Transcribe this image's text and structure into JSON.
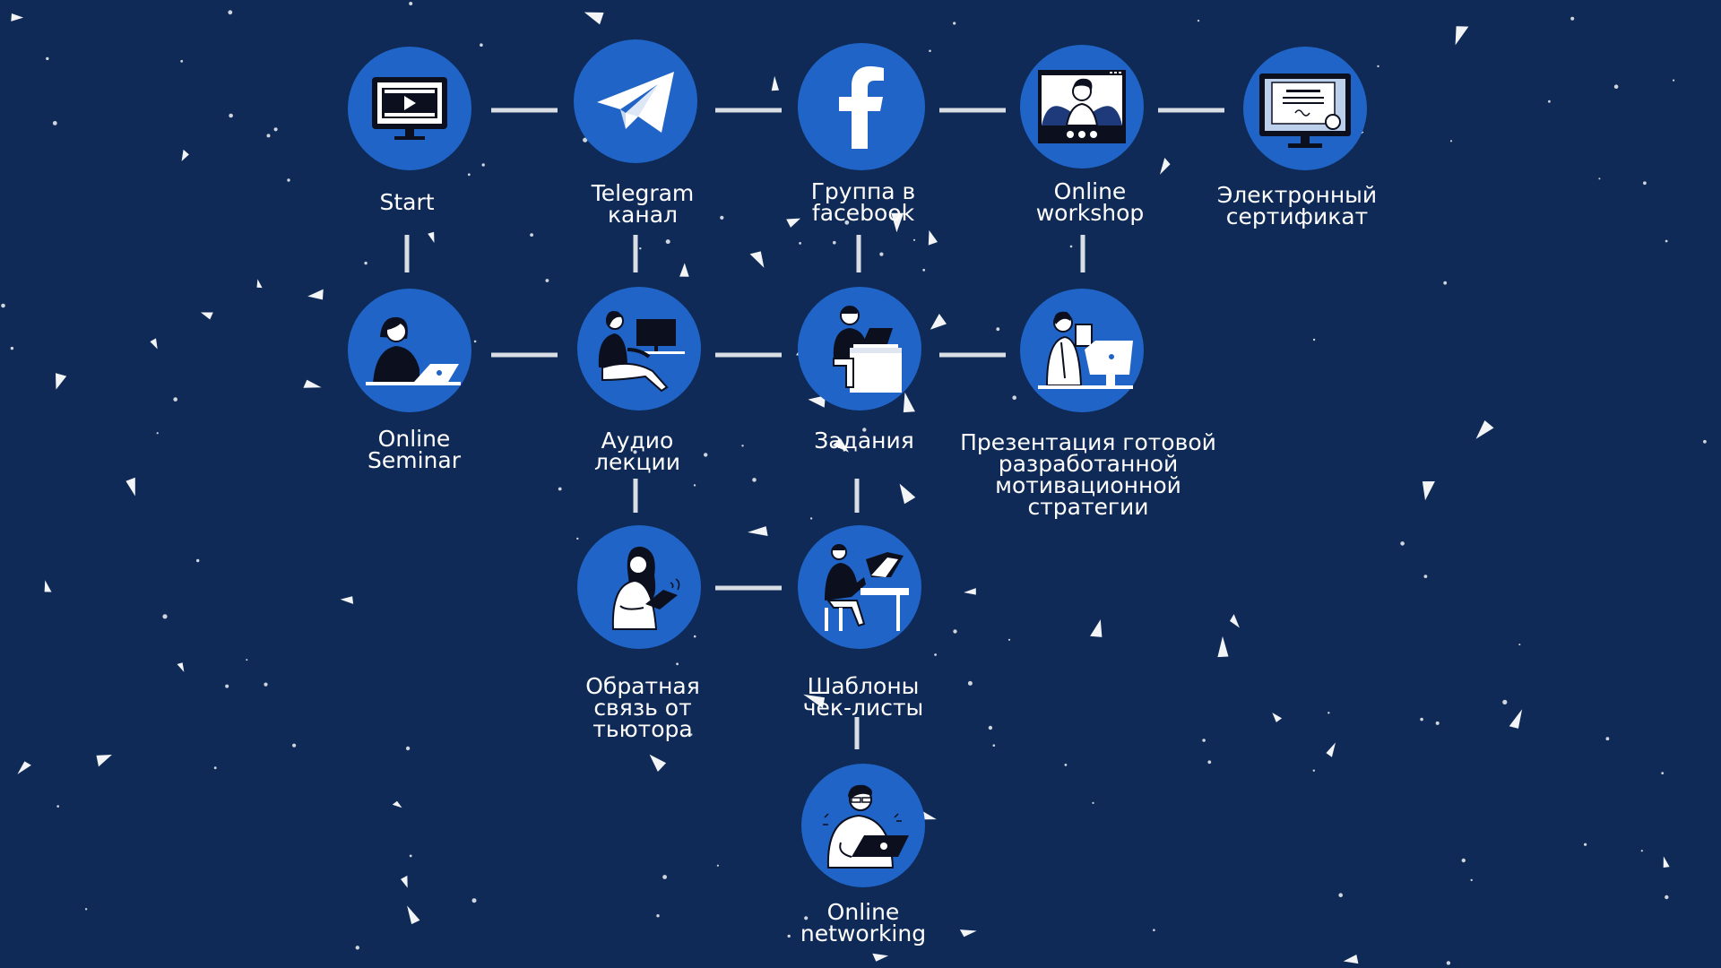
{
  "colors": {
    "background": "#0f2a56",
    "node": "#1f64c6",
    "connector": "#d9dde4",
    "label": "#ffffff"
  },
  "nodes": [
    {
      "id": "start",
      "label": "Start",
      "icon": "monitor-video-icon"
    },
    {
      "id": "telegram",
      "label": "Telegram\nканал",
      "icon": "telegram-icon"
    },
    {
      "id": "facebook",
      "label": "Группа в\nfacebook",
      "icon": "facebook-icon"
    },
    {
      "id": "workshop",
      "label": "Online\nworkshop",
      "icon": "video-call-icon"
    },
    {
      "id": "certificate",
      "label": "Электронный\nсертификат",
      "icon": "certificate-monitor-icon"
    },
    {
      "id": "seminar",
      "label": "Online\nSeminar",
      "icon": "person-laptop-icon"
    },
    {
      "id": "audio",
      "label": "Аудио\nлекции",
      "icon": "person-headphones-icon"
    },
    {
      "id": "tasks",
      "label": "Задания",
      "icon": "person-desk-icon"
    },
    {
      "id": "presentation",
      "label": "Презентация готовой\nразработанной\nмотивационной\nстратегии",
      "icon": "person-presenting-icon"
    },
    {
      "id": "feedback",
      "label": "Обратная\nсвязь от\nтьютора",
      "icon": "person-tablet-icon"
    },
    {
      "id": "templates",
      "label": "Шаблоны\nчек-листы",
      "icon": "person-computer-icon"
    },
    {
      "id": "networking",
      "label": "Online\nnetworking",
      "icon": "person-networking-icon"
    }
  ]
}
